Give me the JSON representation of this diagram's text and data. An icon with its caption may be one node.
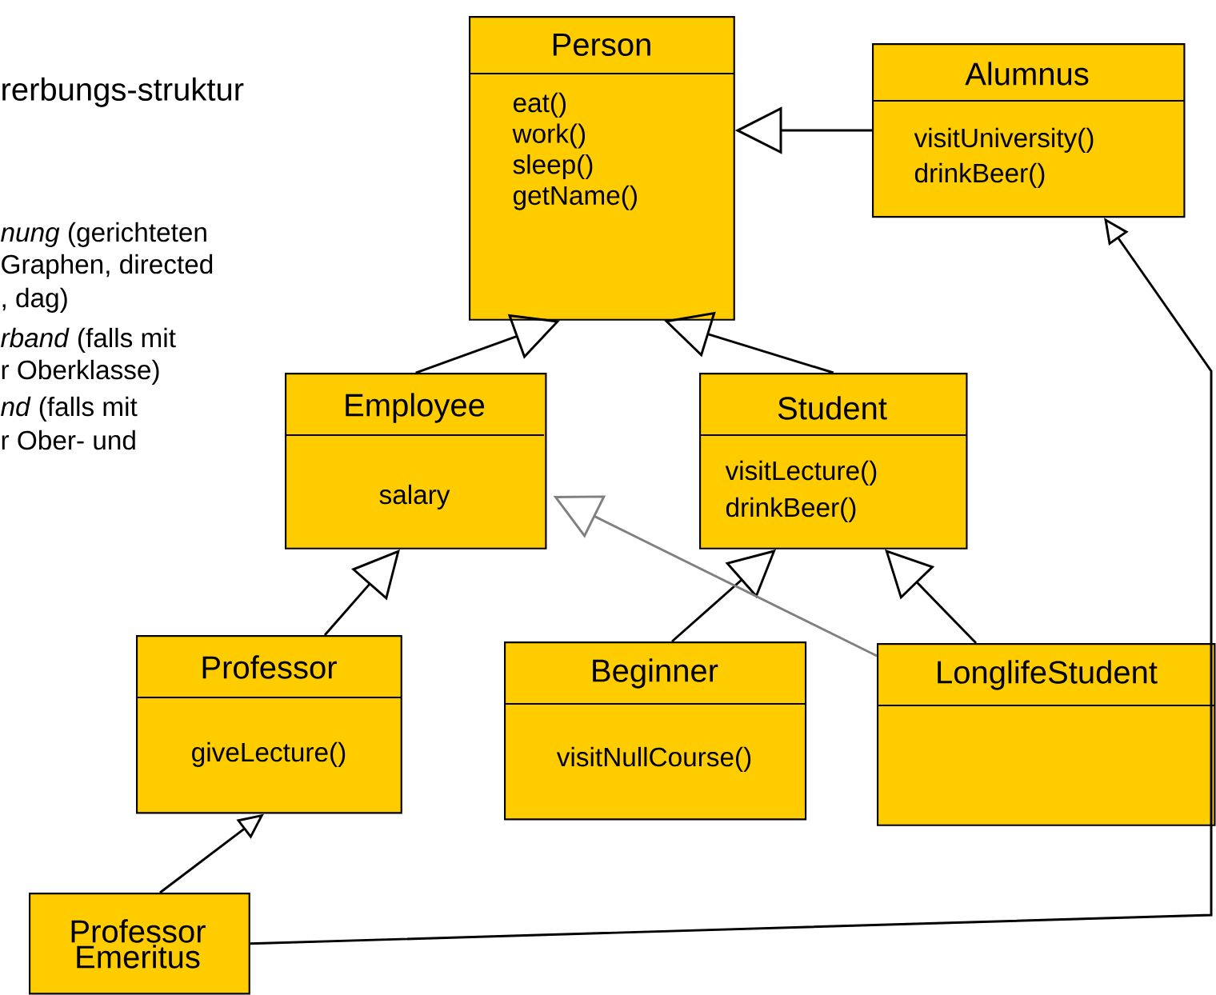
{
  "diagram": {
    "nodes": [
      {
        "text": [
          "Person",
          "eat()",
          "work()",
          "sleep()",
          "getName()"
        ]
      },
      {
        "text": [
          "Alumnus",
          "visitUniversity()",
          "drinkBeer()"
        ]
      },
      {
        "text": [
          "Employee",
          "salary"
        ]
      },
      {
        "text": [
          "Student",
          "visitLecture()",
          "drinkBeer()"
        ]
      },
      {
        "text": [
          "Professor",
          "giveLecture()"
        ]
      },
      {
        "text": [
          "Beginner",
          "visitNullCourse()"
        ]
      },
      {
        "text": [
          "LonglifeStudent"
        ]
      },
      {
        "text": [
          "Professor Emeritus"
        ]
      }
    ],
    "edges": [
      {
        "from": 1,
        "to": 0,
        "arrow": "to"
      },
      {
        "from": 2,
        "to": 0,
        "arrow": "to"
      },
      {
        "from": 3,
        "to": 0,
        "arrow": "to"
      },
      {
        "from": 4,
        "to": 2,
        "arrow": "to"
      },
      {
        "from": 5,
        "to": 3,
        "arrow": "to"
      },
      {
        "from": 6,
        "to": 3,
        "arrow": "to"
      },
      {
        "from": 6,
        "to": 2,
        "arrow": "to",
        "color": "#808080"
      },
      {
        "from": 7,
        "to": 4,
        "arrow": "to"
      },
      {
        "from": 7,
        "to": 1,
        "arrow": "to"
      }
    ],
    "labels": [
      "rerbungs-struktur",
      "*nung* (gerichteten",
      "Graphen, directed",
      ", dag)",
      "*rband* (falls mit",
      "r Oberklasse)",
      "*nd* (falls mit",
      "r Ober- und"
    ]
  }
}
